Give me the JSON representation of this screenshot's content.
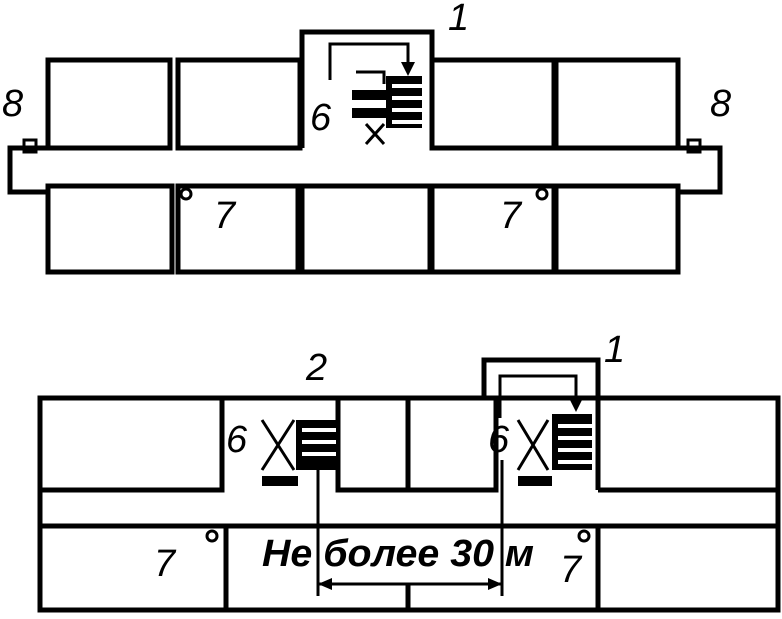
{
  "plan_top": {
    "labels": {
      "stair": "1",
      "elevator": "6",
      "fire_cabinet_left": "7",
      "fire_cabinet_right": "7",
      "end_left": "8",
      "end_right": "8"
    }
  },
  "plan_bottom": {
    "labels": {
      "stair_main": "1",
      "stair_second": "2",
      "elevator_left": "6",
      "elevator_right": "6",
      "fire_cabinet_left": "7",
      "fire_cabinet_right": "7"
    },
    "dimension_text": "Не более 30 м"
  }
}
